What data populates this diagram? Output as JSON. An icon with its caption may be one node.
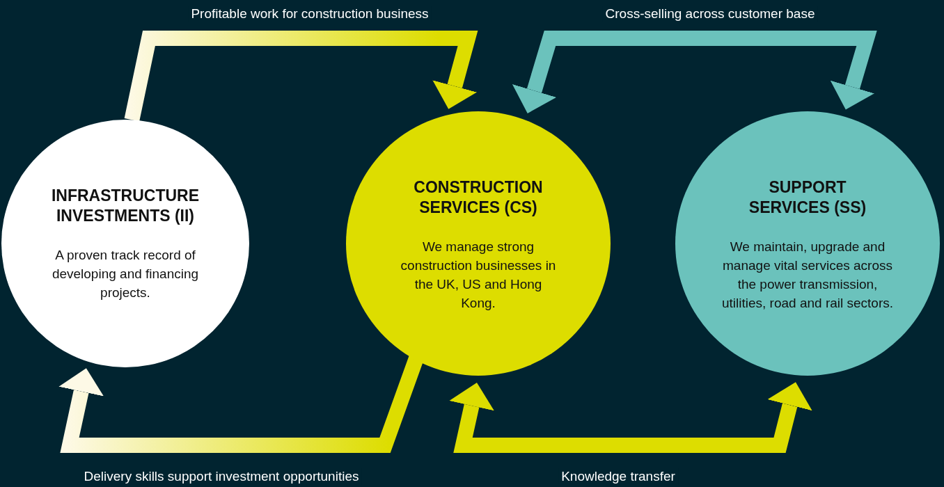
{
  "diagram": {
    "nodes": [
      {
        "text": [
          "INFRASTRUCTURE INVESTMENTS (II)",
          "A proven track record of developing and financing projects."
        ]
      },
      {
        "text": [
          "CONSTRUCTION SERVICES (CS)",
          "We manage strong construction businesses in the UK, US and Hong Kong."
        ]
      },
      {
        "text": [
          "SUPPORT SERVICES (SS)",
          "We maintain, upgrade and manage vital services across the power transmission, utilities, road and rail sectors."
        ]
      }
    ],
    "edges": [
      {
        "from": 0,
        "to": 1,
        "arrow": "to",
        "label": "Profitable work for construction business",
        "color": "#dddd00"
      },
      {
        "from": 1,
        "to": 0,
        "arrow": "to",
        "label": "Delivery skills support investment opportunities",
        "color": "#dddd00"
      },
      {
        "from": 1,
        "to": 2,
        "arrow": "both",
        "label": "Cross-selling across customer base",
        "color": "#6bc2bc"
      },
      {
        "from": 1,
        "to": 2,
        "arrow": "both",
        "label": "Knowledge transfer",
        "color": "#dddd00"
      }
    ]
  }
}
